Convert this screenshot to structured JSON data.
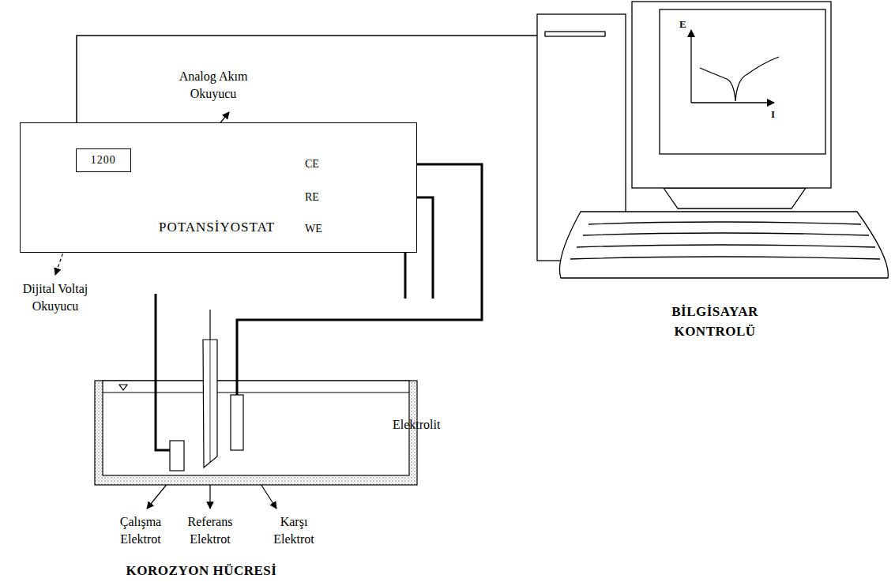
{
  "diagram": {
    "nodes": [
      {
        "text": [
          "POTANSİYOSTAT"
        ]
      },
      {
        "text": [
          "1200"
        ],
        "in": 0
      },
      {
        "text": [
          "BİLGİSAYAR KONTROLÜ"
        ]
      }
    ],
    "edges": [
      {
        "from": 0,
        "to": 2,
        "arrow": "none"
      }
    ],
    "labels": [
      "Analog Akım Okuyucu",
      "Dijital Voltaj Okuyucu",
      "CE",
      "RE",
      "WE",
      "E",
      "I",
      "Elektrolit",
      "Çalışma Elektrot",
      "Referans Elektrot",
      "Karşı Elektrot",
      "KOROZYON HÜCRESİ"
    ]
  }
}
